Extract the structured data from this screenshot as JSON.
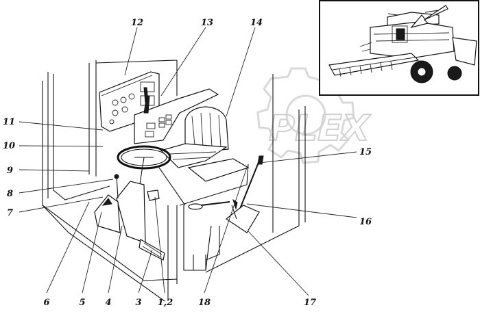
{
  "callouts": [
    {
      "id": "c1",
      "text": "1,2"
    },
    {
      "id": "c3",
      "text": "3"
    },
    {
      "id": "c4",
      "text": "4"
    },
    {
      "id": "c5",
      "text": "5"
    },
    {
      "id": "c6",
      "text": "6"
    },
    {
      "id": "c7",
      "text": "7"
    },
    {
      "id": "c8",
      "text": "8"
    },
    {
      "id": "c9",
      "text": "9"
    },
    {
      "id": "c10",
      "text": "10"
    },
    {
      "id": "c11",
      "text": "11"
    },
    {
      "id": "c12",
      "text": "12"
    },
    {
      "id": "c13",
      "text": "13"
    },
    {
      "id": "c14",
      "text": "14"
    },
    {
      "id": "c15",
      "text": "15"
    },
    {
      "id": "c16",
      "text": "16"
    },
    {
      "id": "c17",
      "text": "17"
    },
    {
      "id": "c18",
      "text": "18"
    }
  ],
  "watermark": {
    "text": "PLEX",
    "icon": "gear-icon"
  },
  "inset": {
    "subject": "combine-harvester",
    "pointer": "arrow-icon"
  }
}
